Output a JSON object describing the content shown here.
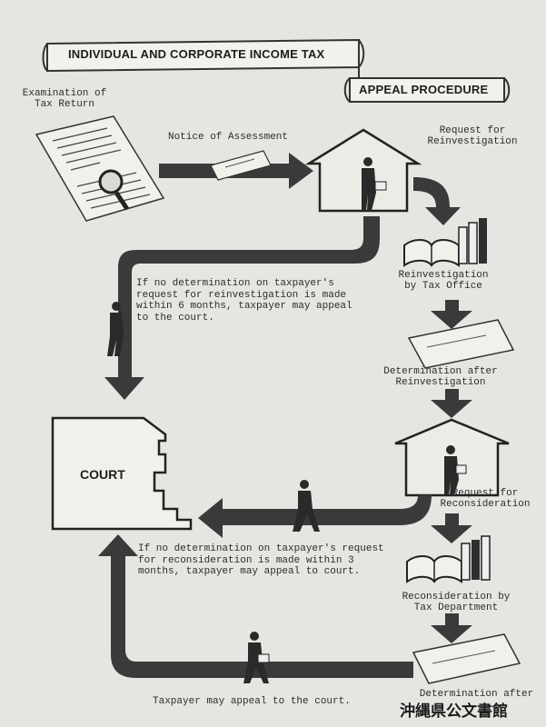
{
  "title": {
    "line1": "INDIVIDUAL AND CORPORATE INCOME TAX",
    "line2": "APPEAL PROCEDURE"
  },
  "labels": {
    "examination": "Examination of\nTax Return",
    "notice": "Notice of Assessment",
    "request_reinvestigation": "Request for\nReinvestigation",
    "reinvestigation": "Reinvestigation\nby Tax Office",
    "determination_reinvestigation": "Determination after\nReinvestigation",
    "request_reconsideration": "Request for\nReconsideration",
    "reconsideration": "Reconsideration by\nTax Department",
    "determination_reconsideration": "Determination after",
    "court": "COURT"
  },
  "notes": {
    "six_months": "If no determination on taxpayer's\nrequest for reinvestigation is made\nwithin 6 months, taxpayer may appeal\nto the court.",
    "three_months": "If no determination on taxpayer's request\nfor reconsideration is made within 3\nmonths, taxpayer may appeal to court.",
    "final_appeal": "Taxpayer may appeal to the court."
  },
  "archive_seal": "沖縄県公文書館",
  "colors": {
    "paper": "#e6e5e1",
    "ink": "#333333",
    "arrow": "#3a3a3a"
  }
}
